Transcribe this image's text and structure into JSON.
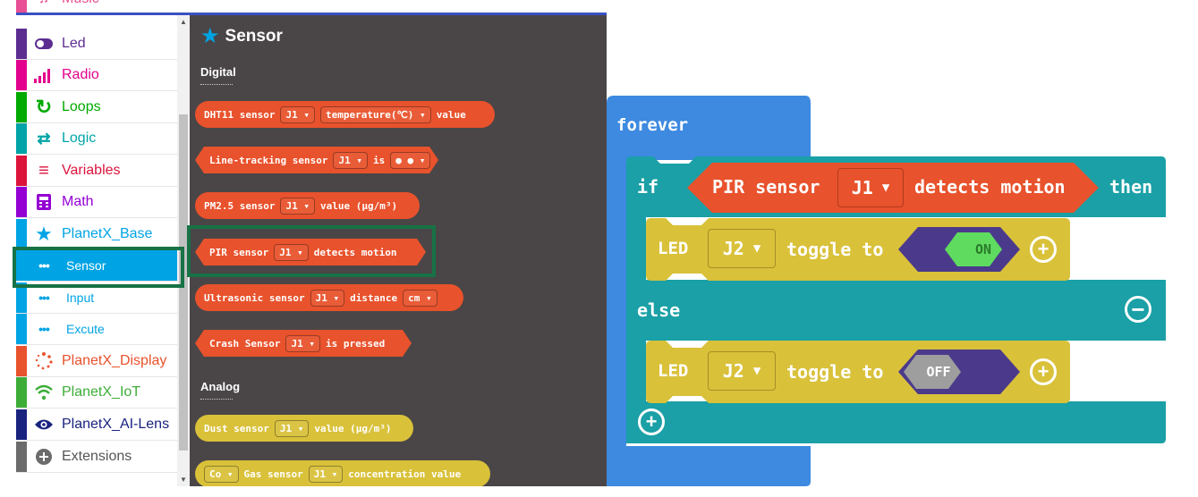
{
  "sidebar": {
    "items": [
      {
        "label": "Music",
        "color": "#e84f94",
        "icon": "music-icon"
      },
      {
        "label": "Led",
        "color": "#5c2d91",
        "icon": "toggle-icon"
      },
      {
        "label": "Radio",
        "color": "#e3008c",
        "icon": "signal-bars-icon"
      },
      {
        "label": "Loops",
        "color": "#00aa00",
        "icon": "loop-arrow-icon"
      },
      {
        "label": "Logic",
        "color": "#00a4a6",
        "icon": "shuffle-icon"
      },
      {
        "label": "Variables",
        "color": "#dc143c",
        "icon": "list-icon"
      },
      {
        "label": "Math",
        "color": "#9400d3",
        "icon": "calculator-icon"
      },
      {
        "label": "PlanetX_Base",
        "color": "#00a4e4",
        "icon": "star-icon"
      },
      {
        "label": "Sensor",
        "color": "#00a4e4",
        "icon": "dots-icon"
      },
      {
        "label": "Input",
        "color": "#00a4e4",
        "icon": "dots-icon"
      },
      {
        "label": "Excute",
        "color": "#00a4e4",
        "icon": "dots-icon"
      },
      {
        "label": "PlanetX_Display",
        "color": "#e8522c",
        "icon": "spinner-icon"
      },
      {
        "label": "PlanetX_IoT",
        "color": "#3dad38",
        "icon": "wifi-icon"
      },
      {
        "label": "PlanetX_AI-Lens",
        "color": "#1a237e",
        "icon": "eye-icon"
      },
      {
        "label": "Extensions",
        "color": "#6b6b6b",
        "icon": "plus-circle-icon"
      }
    ]
  },
  "flyout": {
    "title": "Sensor",
    "digital_heading": "Digital",
    "analog_heading": "Analog",
    "blocks": [
      {
        "parts": [
          "DHT11 sensor",
          "J1",
          "temperature(℃)",
          "value"
        ]
      },
      {
        "parts": [
          "Line-tracking sensor",
          "J1",
          "is",
          "● ●"
        ]
      },
      {
        "parts": [
          "PM2.5 sensor",
          "J1",
          "value (µg/m³)"
        ]
      },
      {
        "parts": [
          "PIR sensor",
          "J1",
          "detects motion"
        ]
      },
      {
        "parts": [
          "Ultrasonic sensor",
          "J1",
          "distance",
          "cm"
        ]
      },
      {
        "parts": [
          "Crash Sensor",
          "J1",
          "is pressed"
        ]
      },
      {
        "parts": [
          "Dust sensor",
          "J1",
          "value (µg/m³)"
        ]
      },
      {
        "parts": [
          "Co",
          "Gas sensor",
          "J1",
          "concentration value"
        ]
      }
    ]
  },
  "program": {
    "forever": "forever",
    "if": "if",
    "then": "then",
    "else": "else",
    "condition": {
      "sensor": "PIR sensor",
      "port": "J1",
      "action": "detects motion"
    },
    "on_branch": {
      "label": "LED",
      "port": "J2",
      "action": "toggle to",
      "state": "ON"
    },
    "off_branch": {
      "label": "LED",
      "port": "J2",
      "action": "toggle to",
      "state": "OFF"
    }
  }
}
